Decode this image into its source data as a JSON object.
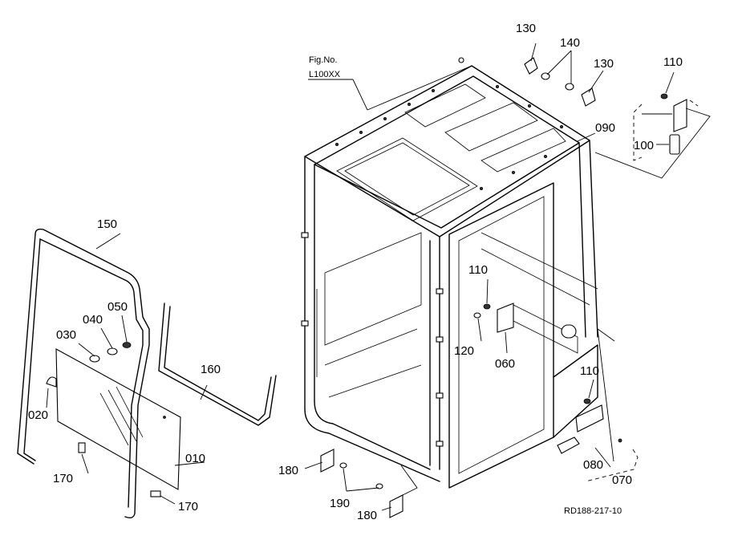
{
  "figure": {
    "fig_no_label": "Fig.No.",
    "fig_no_value": "L100XX",
    "reference": "RD188-217-10"
  },
  "parts": [
    {
      "number": "010"
    },
    {
      "number": "020"
    },
    {
      "number": "030"
    },
    {
      "number": "040"
    },
    {
      "number": "050"
    },
    {
      "number": "060"
    },
    {
      "number": "070"
    },
    {
      "number": "080"
    },
    {
      "number": "090"
    },
    {
      "number": "100"
    },
    {
      "number": "110"
    },
    {
      "number": "120"
    },
    {
      "number": "130"
    },
    {
      "number": "140"
    },
    {
      "number": "150"
    },
    {
      "number": "160"
    },
    {
      "number": "170"
    },
    {
      "number": "180"
    },
    {
      "number": "190"
    }
  ]
}
